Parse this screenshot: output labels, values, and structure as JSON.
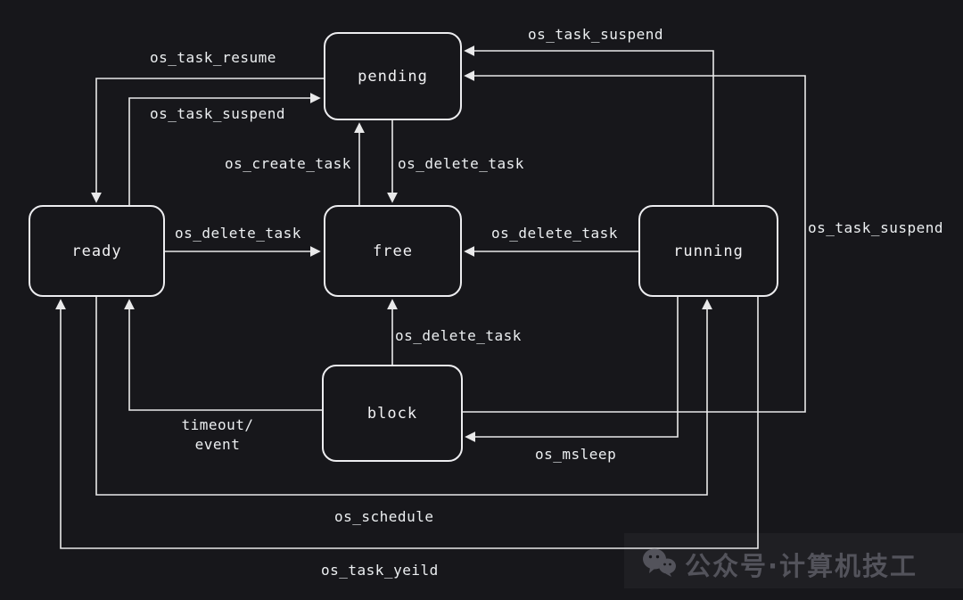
{
  "diagram": {
    "type": "state-machine",
    "nodes": {
      "pending": {
        "label": "pending"
      },
      "ready": {
        "label": "ready"
      },
      "free": {
        "label": "free"
      },
      "running": {
        "label": "running"
      },
      "block": {
        "label": "block"
      }
    },
    "edges": [
      {
        "from": "pending",
        "to": "ready",
        "label": "os_task_resume"
      },
      {
        "from": "ready",
        "to": "pending",
        "label": "os_task_suspend"
      },
      {
        "from": "free",
        "to": "pending",
        "label": "os_create_task"
      },
      {
        "from": "pending",
        "to": "free",
        "label": "os_delete_task"
      },
      {
        "from": "ready",
        "to": "free",
        "label": "os_delete_task"
      },
      {
        "from": "running",
        "to": "free",
        "label": "os_delete_task"
      },
      {
        "from": "block",
        "to": "free",
        "label": "os_delete_task"
      },
      {
        "from": "running",
        "to": "pending",
        "label": "os_task_suspend"
      },
      {
        "from": "block",
        "to": "pending",
        "label": "os_task_suspend"
      },
      {
        "from": "running",
        "to": "block",
        "label": "os_msleep"
      },
      {
        "from": "block",
        "to": "ready",
        "label": "timeout/\nevent"
      },
      {
        "from": "ready",
        "to": "running",
        "label": "os_schedule"
      },
      {
        "from": "running",
        "to": "ready",
        "label": "os_task_yeild"
      }
    ]
  },
  "watermark": {
    "text": "公众号·计算机技工"
  },
  "colors": {
    "background": "#17171b",
    "line": "#e9e9ea",
    "node_border": "#ededf0",
    "text": "#f2f2f4",
    "watermark": "#53535b"
  }
}
